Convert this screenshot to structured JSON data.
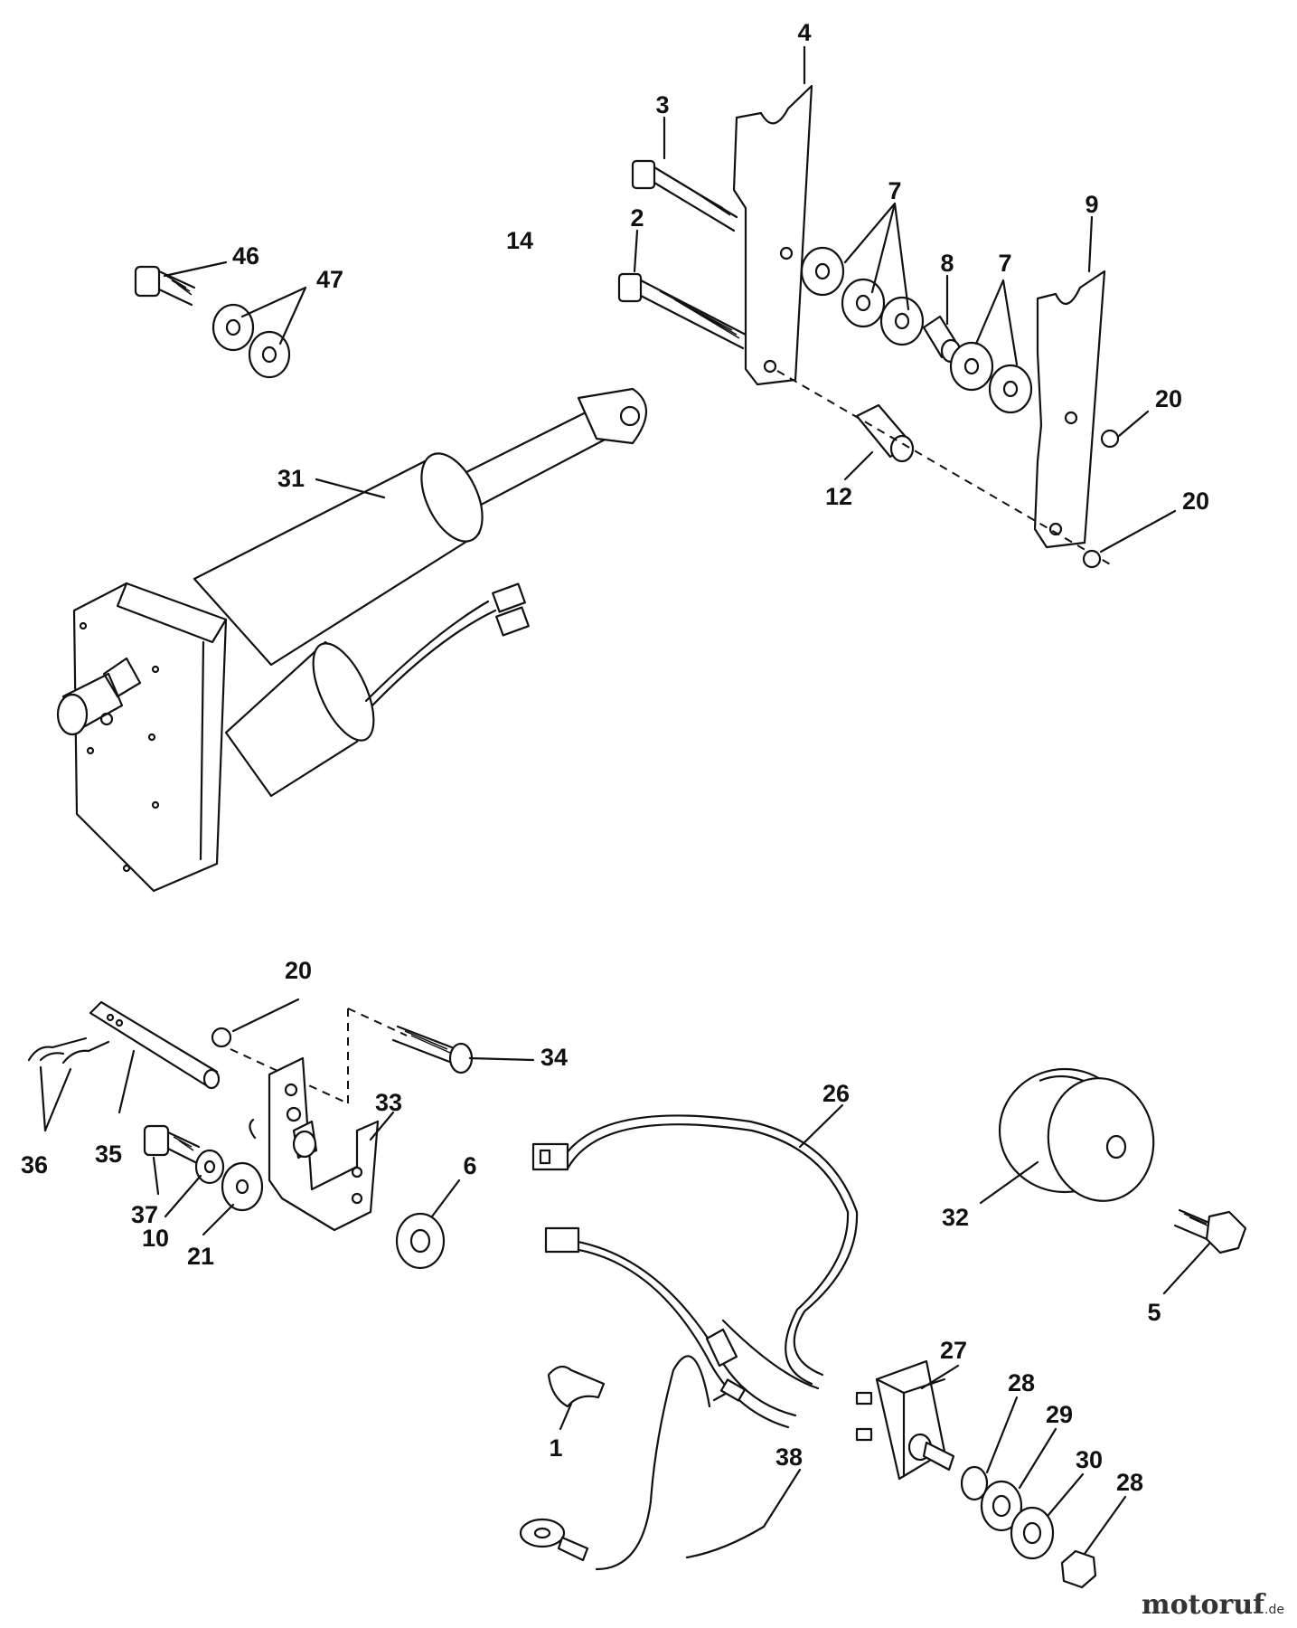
{
  "callouts": [
    {
      "label": "4"
    },
    {
      "label": "3"
    },
    {
      "label": "7"
    },
    {
      "label": "9"
    },
    {
      "label": "2"
    },
    {
      "label": "14"
    },
    {
      "label": "8"
    },
    {
      "label": "7"
    },
    {
      "label": "46"
    },
    {
      "label": "47"
    },
    {
      "label": "20"
    },
    {
      "label": "31"
    },
    {
      "label": "12"
    },
    {
      "label": "20"
    },
    {
      "label": "20"
    },
    {
      "label": "34"
    },
    {
      "label": "33"
    },
    {
      "label": "26"
    },
    {
      "label": "36"
    },
    {
      "label": "35"
    },
    {
      "label": "6"
    },
    {
      "label": "32"
    },
    {
      "label": "37"
    },
    {
      "label": "10"
    },
    {
      "label": "21"
    },
    {
      "label": "5"
    },
    {
      "label": "27"
    },
    {
      "label": "1"
    },
    {
      "label": "28"
    },
    {
      "label": "29"
    },
    {
      "label": "30"
    },
    {
      "label": "28"
    },
    {
      "label": "38"
    }
  ],
  "watermark": {
    "brand": "motoruf",
    "suffix": ".de"
  }
}
